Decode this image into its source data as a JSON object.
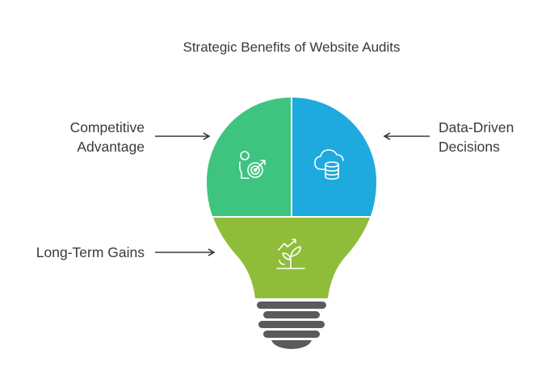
{
  "title": "Strategic Benefits of Website Audits",
  "segments": {
    "competitive": {
      "line1": "Competitive",
      "line2": "Advantage",
      "color": "#3ec47f",
      "icon": "target-person-icon"
    },
    "datadriven": {
      "line1": "Data-Driven",
      "line2": "Decisions",
      "color": "#1eaadf",
      "icon": "cloud-database-icon"
    },
    "longterm": {
      "line1": "Long-Term Gains",
      "color": "#8fbd3a",
      "icon": "growth-plant-icon"
    }
  },
  "colors": {
    "base": "#5b5b5b",
    "text": "#3a3a3a",
    "arrow": "#3a3a3a"
  }
}
